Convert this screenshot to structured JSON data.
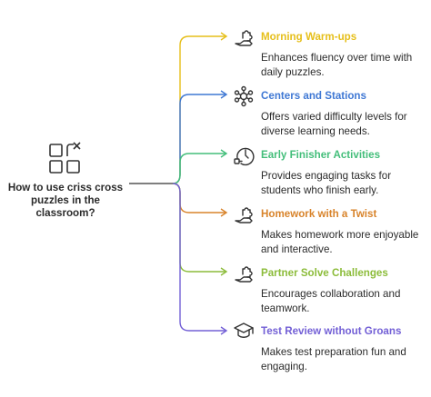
{
  "question": "How to use criss cross puzzles in the classroom?",
  "items": [
    {
      "title": "Morning Warm-ups",
      "description": "Enhances fluency over time with daily puzzles.",
      "color": "#e6bf1a",
      "icon": "puzzle-hand-icon"
    },
    {
      "title": "Centers and Stations",
      "description": "Offers varied difficulty levels for diverse learning needs.",
      "color": "#3f78d4",
      "icon": "network-icon"
    },
    {
      "title": "Early Finisher Activities",
      "description": "Provides engaging tasks for students who finish early.",
      "color": "#43be7a",
      "icon": "clock-icon"
    },
    {
      "title": "Homework with a Twist",
      "description": "Makes homework more enjoyable and interactive.",
      "color": "#d8832a",
      "icon": "puzzle-hand-icon"
    },
    {
      "title": "Partner Solve Challenges",
      "description": "Encourages collaboration and teamwork.",
      "color": "#8cbc3a",
      "icon": "puzzle-hand-icon"
    },
    {
      "title": "Test Review without Groans",
      "description": "Makes test preparation fun and engaging.",
      "color": "#7360d6",
      "icon": "graduation-icon"
    }
  ]
}
